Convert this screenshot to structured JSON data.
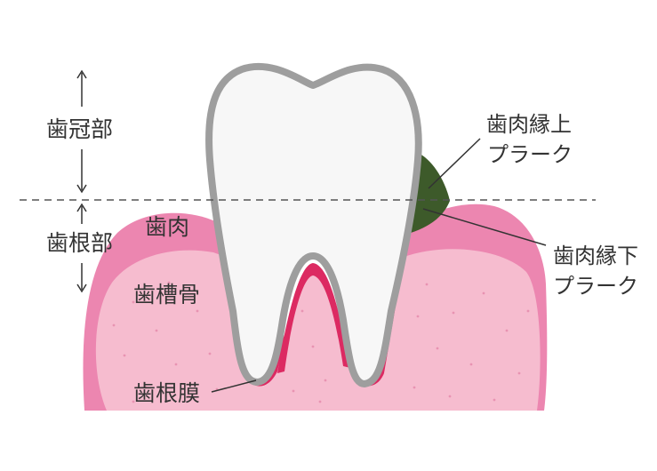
{
  "labels": {
    "crown": "歯冠部",
    "root": "歯根部",
    "gingiva": "歯肉",
    "alveolar_bone": "歯槽骨",
    "periodontal_ligament": "歯根膜",
    "supragingival_plaque": [
      "歯肉縁上",
      "プラーク"
    ],
    "subgingival_plaque": [
      "歯肉縁下",
      "プラーク"
    ]
  },
  "colors": {
    "tooth_fill": "#f7f7f7",
    "tooth_outline": "#9e9e9e",
    "gum": "#ec86b0",
    "bone": "#f6bccf",
    "ligament": "#dc2a62",
    "plaque": "#3d5a2a",
    "text": "#333333"
  }
}
